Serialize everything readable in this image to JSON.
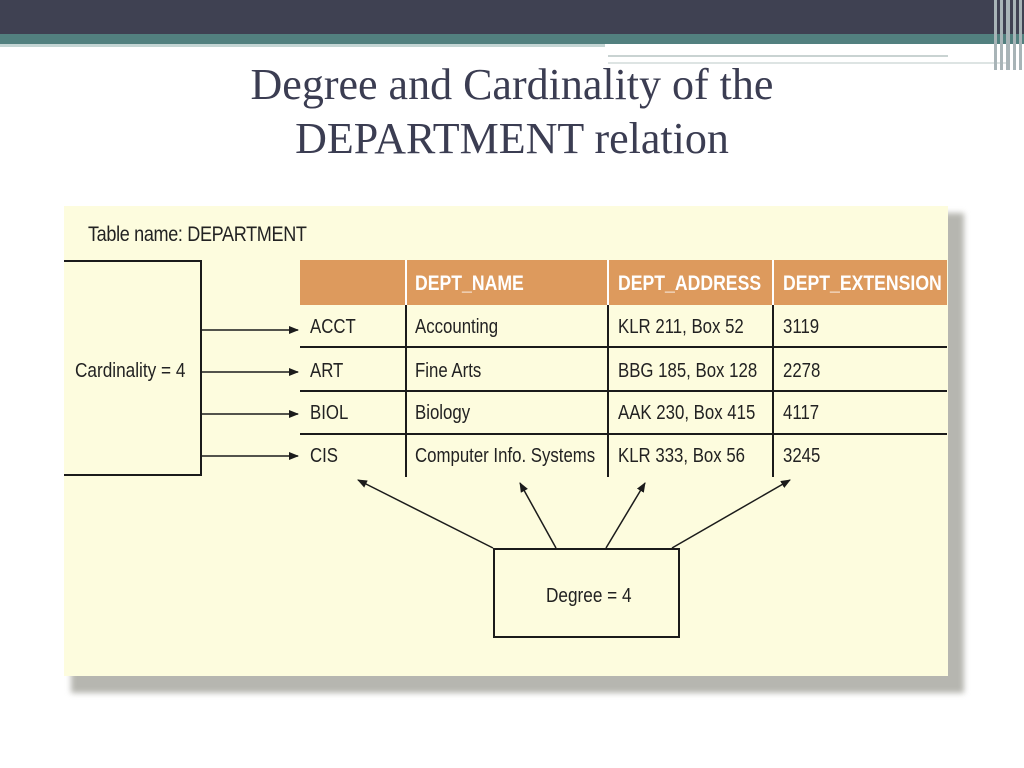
{
  "slide": {
    "title_line1": "Degree and Cardinality of the",
    "title_line2": "DEPARTMENT relation"
  },
  "figure": {
    "table_name": "Table name: DEPARTMENT",
    "cardinality_label": "Cardinality = 4",
    "degree_label": "Degree = 4",
    "columns": [
      "",
      "DEPT_NAME",
      "DEPT_ADDRESS",
      "DEPT_EXTENSION"
    ],
    "rows": [
      [
        "ACCT",
        "Accounting",
        "KLR 211, Box 52",
        "3119"
      ],
      [
        "ART",
        "Fine Arts",
        "BBG 185, Box 128",
        "2278"
      ],
      [
        "BIOL",
        "Biology",
        "AAK 230, Box 415",
        "4117"
      ],
      [
        "CIS",
        "Computer Info. Systems",
        "KLR 333, Box 56",
        "3245"
      ]
    ]
  },
  "colors": {
    "header_dark": "#3f4152",
    "header_teal": "#52807f",
    "panel_bg": "#fdfcde",
    "table_header": "#dd9a5d"
  }
}
